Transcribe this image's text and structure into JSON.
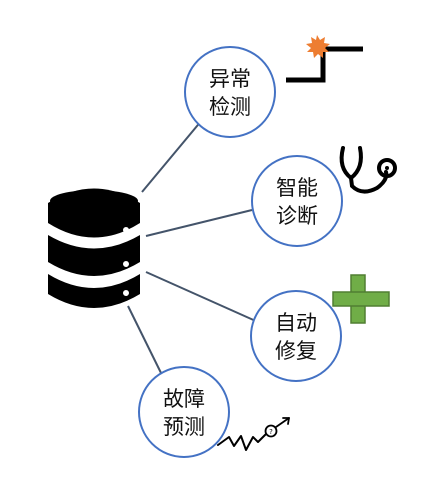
{
  "colors": {
    "connector": "#44546a",
    "circle_border": "#4472c4",
    "database": "#000000",
    "plus": "#70ad47",
    "alert_burst": "#ed7d31"
  },
  "hub": {
    "icon": "database-icon"
  },
  "nodes": [
    {
      "line1": "异常",
      "line2": "检测",
      "icon": "alert-step-icon"
    },
    {
      "line1": "智能",
      "line2": "诊断",
      "icon": "stethoscope-icon"
    },
    {
      "line1": "自动",
      "line2": "修复",
      "icon": "plus-icon"
    },
    {
      "line1": "故障",
      "line2": "预测",
      "icon": "trend-question-icon"
    }
  ]
}
